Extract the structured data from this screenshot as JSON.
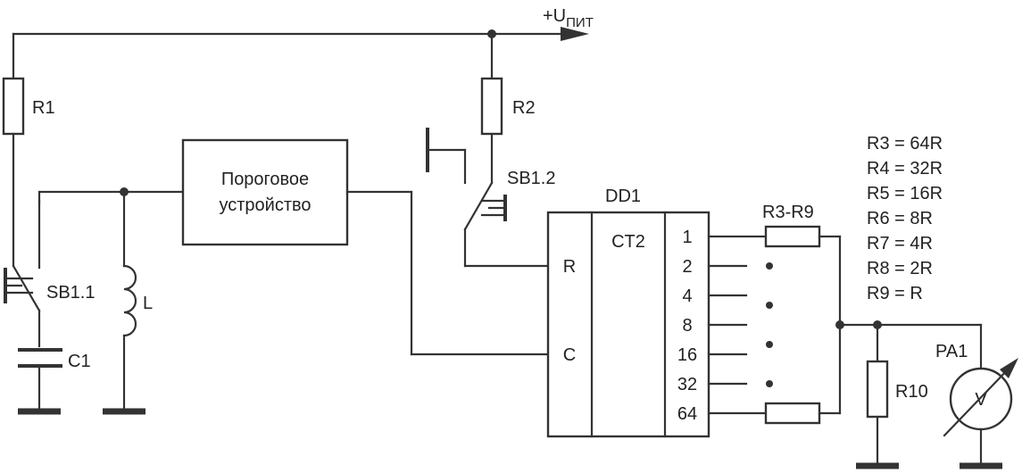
{
  "supply": {
    "label": "+U",
    "subscript": "ПИТ"
  },
  "threshold_device": {
    "line1": "Пороговое",
    "line2": "устройство"
  },
  "components": {
    "r1": "R1",
    "r2": "R2",
    "sb1_1": "SB1.1",
    "sb1_2": "SB1.2",
    "c1": "C1",
    "l": "L",
    "dd1": "DD1",
    "ct2": "CT2",
    "pin_r": "R",
    "pin_c": "C",
    "r3_r9": "R3-R9",
    "r10": "R10",
    "pa1": "PA1",
    "voltmeter": "V"
  },
  "outputs": [
    "1",
    "2",
    "4",
    "8",
    "16",
    "32",
    "64"
  ],
  "resistor_values": [
    "R3 = 64R",
    "R4 = 32R",
    "R5 = 16R",
    "R6 = 8R",
    "R7 = 4R",
    "R8 = 2R",
    "R9 = R"
  ]
}
